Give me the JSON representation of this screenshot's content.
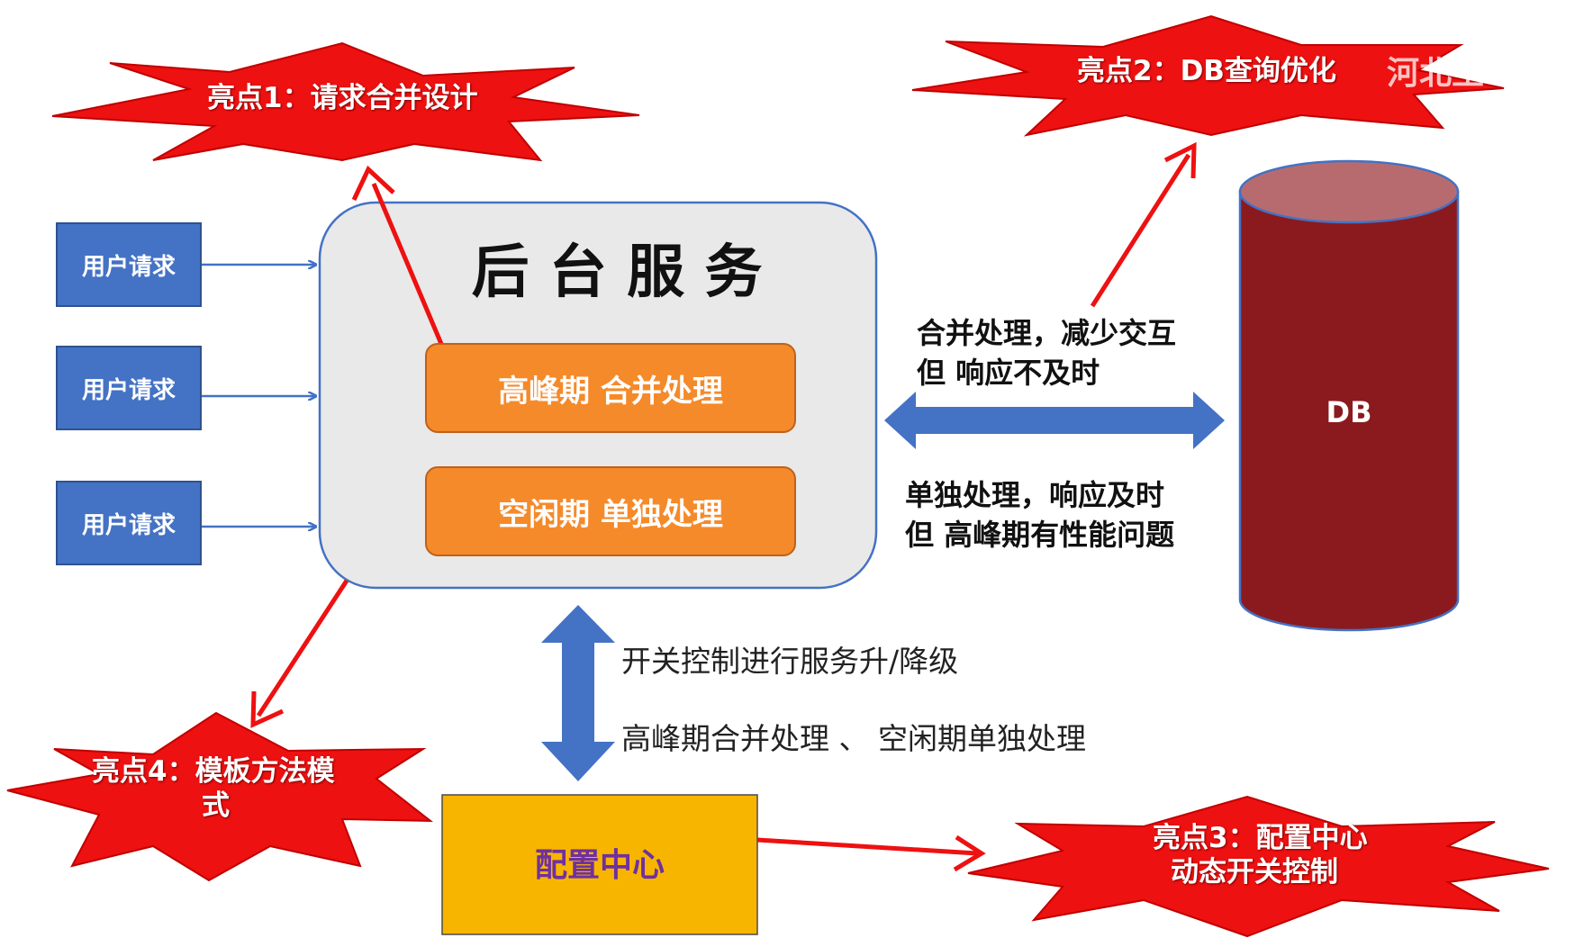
{
  "highlights": {
    "h1": "亮点1：请求合并设计",
    "h2": "亮点2：DB查询优化",
    "h3_line1": "亮点3：配置中心",
    "h3_line2": "动态开关控制",
    "h4_line1": "亮点4：模板方法模",
    "h4_line2": "式"
  },
  "watermark": "河北王",
  "user_requests": [
    "用户请求",
    "用户请求",
    "用户请求"
  ],
  "backend": {
    "title": "后 台 服 务",
    "peak": "高峰期 合并处理",
    "idle": "空闲期 单独处理"
  },
  "notes": {
    "merge_line1": "合并处理，减少交互",
    "merge_line2": "但 响应不及时",
    "single_line1": "单独处理，响应及时",
    "single_line2": "但 高峰期有性能问题",
    "switch": "开关控制进行服务升/降级",
    "peak_idle": "高峰期合并处理 、 空闲期单独处理"
  },
  "db": {
    "label": "DB"
  },
  "config": {
    "label": "配置中心"
  },
  "colors": {
    "star_red": "#ee1111",
    "blue": "#4472c4",
    "orange": "#f58a2a",
    "db_dark": "#8b1a1f",
    "db_top": "#b86b6e",
    "config_yellow": "#f7b500",
    "config_text": "#7030a0",
    "backend_bg": "#e9e9e9"
  }
}
